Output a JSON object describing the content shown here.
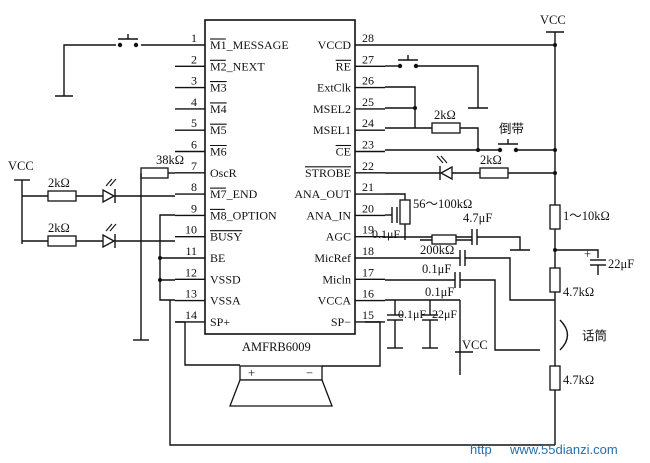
{
  "chip": {
    "name": "AMFRB6009",
    "left_pins": [
      {
        "num": "1",
        "label": "M1_MESSAGE",
        "bar": true
      },
      {
        "num": "2",
        "label": "M2_NEXT",
        "bar": true
      },
      {
        "num": "3",
        "label": "M3",
        "bar": true
      },
      {
        "num": "4",
        "label": "M4",
        "bar": true
      },
      {
        "num": "5",
        "label": "M5",
        "bar": true
      },
      {
        "num": "6",
        "label": "M6",
        "bar": true
      },
      {
        "num": "7",
        "label": "OscR",
        "bar": false
      },
      {
        "num": "8",
        "label": "M7_END",
        "bar": true
      },
      {
        "num": "9",
        "label": "M8_OPTION",
        "bar": true
      },
      {
        "num": "10",
        "label": "BUSY",
        "bar": true
      },
      {
        "num": "11",
        "label": "BE",
        "bar": false
      },
      {
        "num": "12",
        "label": "VSSD",
        "bar": false
      },
      {
        "num": "13",
        "label": "VSSA",
        "bar": false
      },
      {
        "num": "14",
        "label": "SP+",
        "bar": false
      }
    ],
    "right_pins": [
      {
        "num": "28",
        "label": "VCCD",
        "bar": false
      },
      {
        "num": "27",
        "label": "RE",
        "bar": true
      },
      {
        "num": "26",
        "label": "ExtClk",
        "bar": false
      },
      {
        "num": "25",
        "label": "MSEL2",
        "bar": false
      },
      {
        "num": "24",
        "label": "MSEL1",
        "bar": false
      },
      {
        "num": "23",
        "label": "CE",
        "bar": true
      },
      {
        "num": "22",
        "label": "STROBE",
        "bar": true
      },
      {
        "num": "21",
        "label": "ANA_OUT",
        "bar": false
      },
      {
        "num": "20",
        "label": "ANA_IN",
        "bar": false
      },
      {
        "num": "19",
        "label": "AGC",
        "bar": false
      },
      {
        "num": "18",
        "label": "MicRef",
        "bar": false
      },
      {
        "num": "17",
        "label": "Micln",
        "bar": false
      },
      {
        "num": "16",
        "label": "VCCA",
        "bar": false
      },
      {
        "num": "15",
        "label": "SP−",
        "bar": false
      }
    ]
  },
  "labels": {
    "vcc_left": "VCC",
    "vcc_right": "VCC",
    "vcc_bottom": "VCC",
    "r_osc": "38kΩ",
    "r_led1": "2kΩ",
    "r_led2": "2kΩ",
    "r_ce": "2kΩ",
    "r_strobe": "2kΩ",
    "switch_ce": "倒带",
    "r_ana": "56～100kΩ",
    "c_ana": "0.1μF",
    "c_agc": "4.7μF",
    "r_micref": "200kΩ",
    "c_micref": "0.1μF",
    "c_micln": "0.1μF",
    "c_vcca1": "0.1μF",
    "c_vcca2": "22μF",
    "r_vcc_top": "1～10kΩ",
    "c_vcc": "22μF",
    "r_vcc_mid": "4.7kΩ",
    "r_vcc_bot": "4.7kΩ",
    "mic": "话筒",
    "speaker_plus": "+",
    "speaker_minus": "−",
    "watermark": "www.55dianzi.com",
    "watermark_prefix": "http"
  }
}
